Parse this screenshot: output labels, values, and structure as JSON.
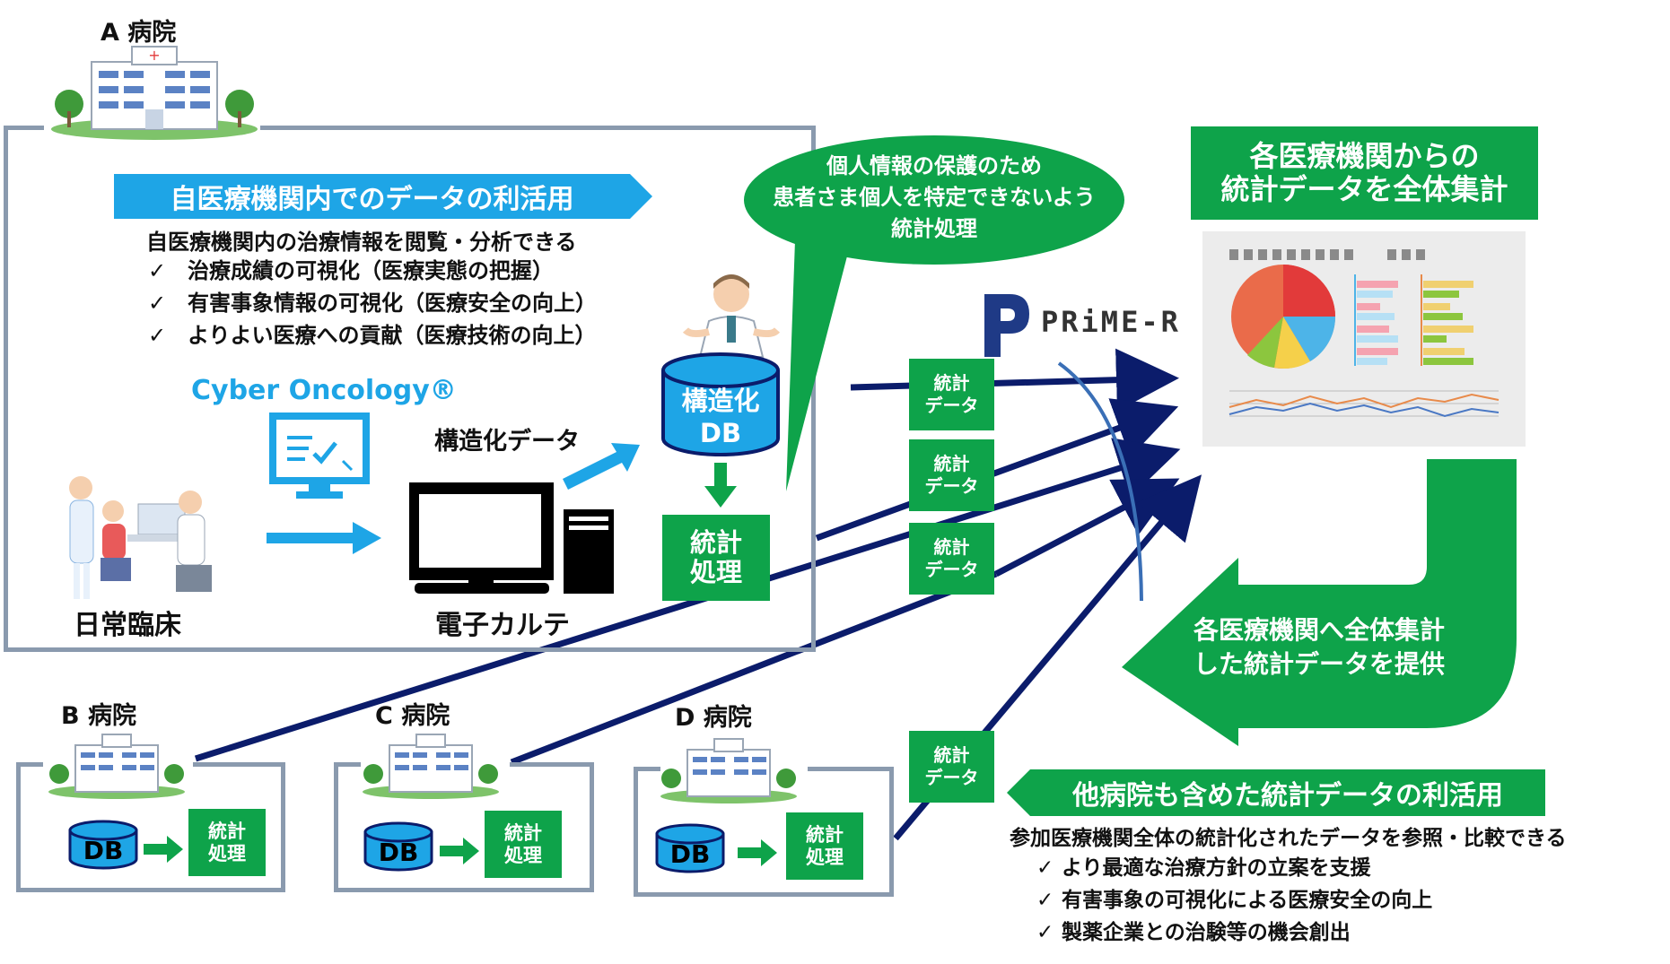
{
  "hospital_a": {
    "label": "A 病院"
  },
  "hospital_b": {
    "label": "B 病院",
    "db": "DB",
    "stat": [
      "統計",
      "処理"
    ]
  },
  "hospital_c": {
    "label": "C 病院",
    "db": "DB",
    "stat": [
      "統計",
      "処理"
    ]
  },
  "hospital_d": {
    "label": "D 病院",
    "db": "DB",
    "stat": [
      "統計",
      "処理"
    ]
  },
  "internal_use": {
    "banner": "自医療機関内でのデータの利活用",
    "intro": "自医療機関内の治療情報を閲覧・分析できる",
    "bullets": [
      "治療成績の可視化（医療実態の把握）",
      "有害事象情報の可視化（医療安全の向上）",
      "よりよい医療への貢献（医療技術の向上）"
    ]
  },
  "cyber_oncology": "Cyber Oncology®",
  "daily_clinic": "日常臨床",
  "emr": "電子カルテ",
  "structured_data": "構造化データ",
  "structured_db": [
    "構造化",
    "DB"
  ],
  "stat_process_a": [
    "統計",
    "処理"
  ],
  "privacy_bubble": [
    "個人情報の保護のため",
    "患者さま個人を特定できないよう",
    "統計処理"
  ],
  "stat_data_tag": [
    "統計",
    "データ"
  ],
  "prime_r": "PRiME-R",
  "aggregate_title": [
    "各医療機関からの",
    "統計データを全体集計"
  ],
  "return_arrow_text": [
    "各医療機関へ全体集計",
    "した統計データを提供"
  ],
  "external_use": {
    "banner": "他病院も含めた統計データの利活用",
    "intro": "参加医療機関全体の統計化されたデータを参照・比較できる",
    "bullets": [
      "より最適な治療方針の立案を支援",
      "有害事象の可視化による医療安全の向上",
      "製薬企業との治験等の機会創出"
    ]
  },
  "check_mark": "✓",
  "colors": {
    "green": "#0ea34a",
    "blue": "#1ea5e6",
    "navy": "#0b1c6b",
    "frame": "#8a9aae"
  }
}
